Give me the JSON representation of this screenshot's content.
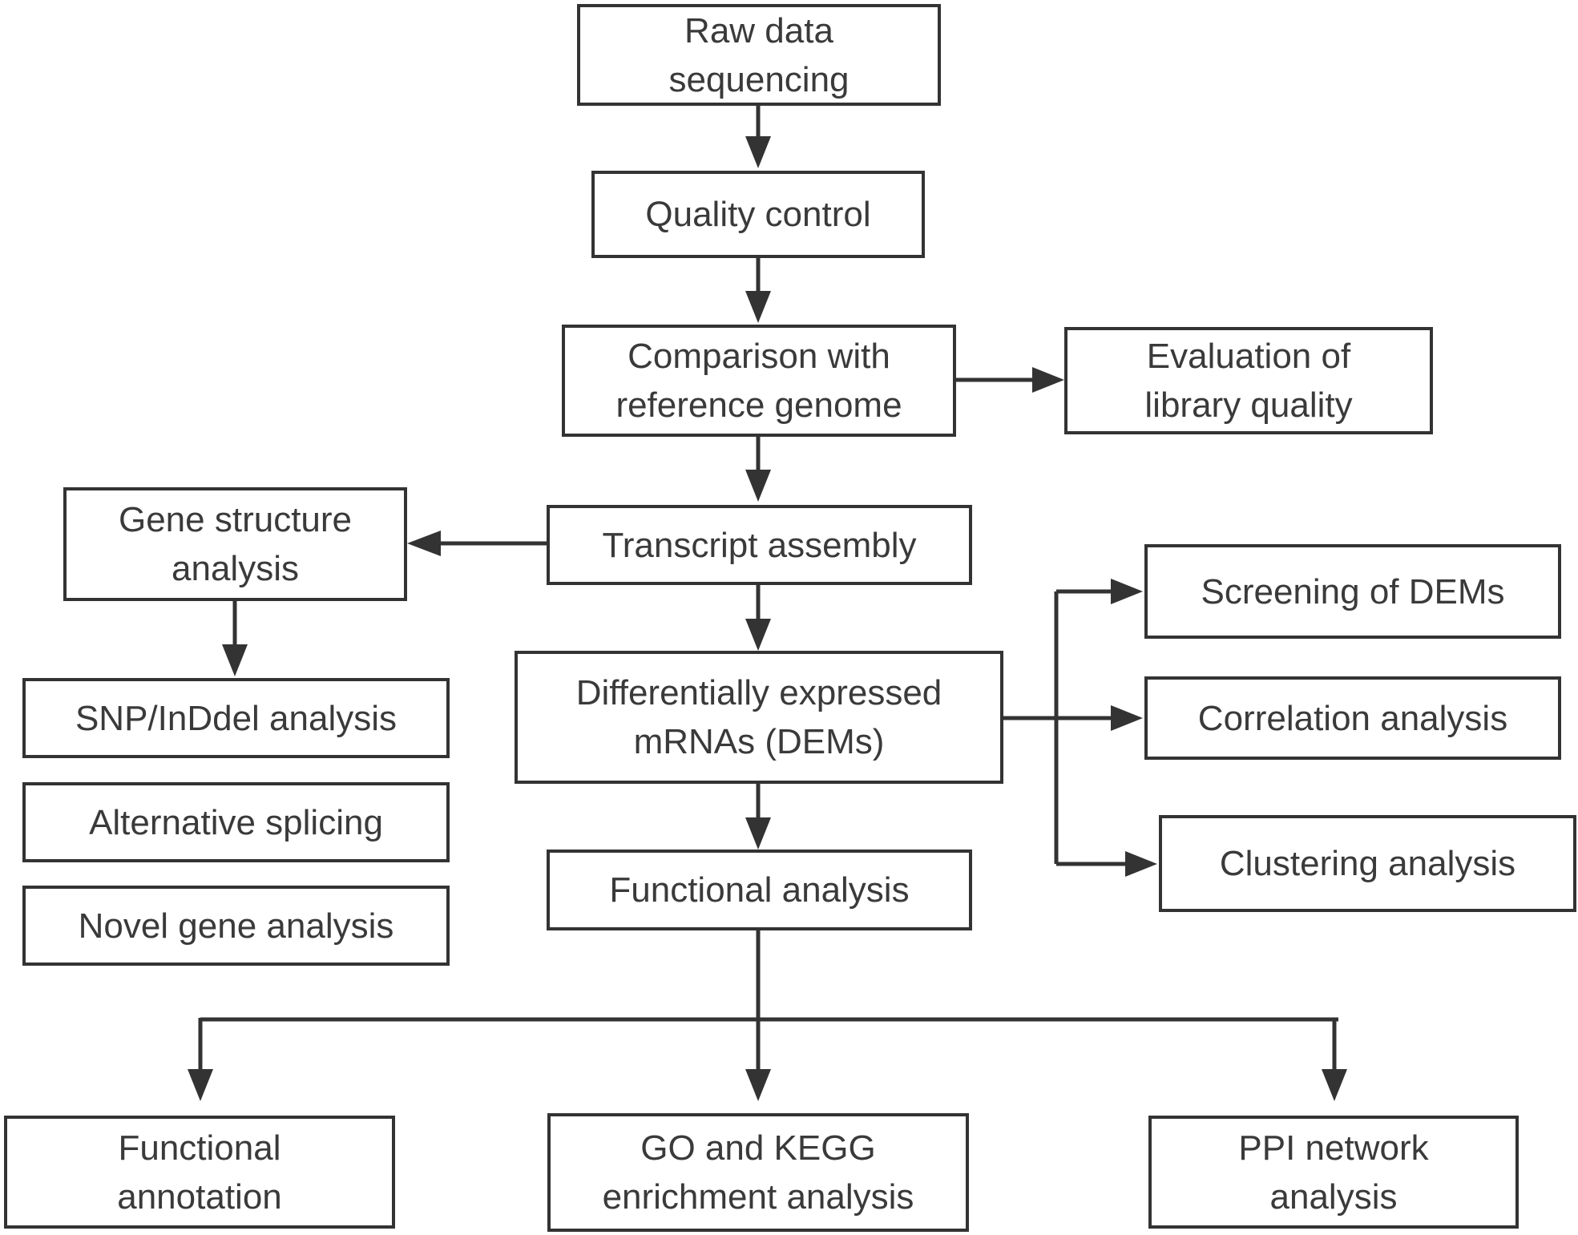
{
  "nodes": {
    "raw_data": "Raw data\nsequencing",
    "quality_control": "Quality control",
    "comparison": "Comparison with\nreference genome",
    "evaluation": "Evaluation of\nlibrary quality",
    "transcript_assembly": "Transcript assembly",
    "gene_structure": "Gene structure\nanalysis",
    "snp": "SNP/InDdel analysis",
    "alt_splicing": "Alternative splicing",
    "novel_gene": "Novel gene analysis",
    "dems": "Differentially expressed\nmRNAs (DEMs)",
    "screening": "Screening of DEMs",
    "correlation": "Correlation analysis",
    "clustering": "Clustering analysis",
    "functional_analysis": "Functional analysis",
    "functional_annotation": "Functional\nannotation",
    "go_kegg": "GO and KEGG\nenrichment analysis",
    "ppi": "PPI network\nanalysis"
  },
  "colors": {
    "stroke": "#333333",
    "text": "#3a3a3a",
    "background": "#ffffff"
  }
}
